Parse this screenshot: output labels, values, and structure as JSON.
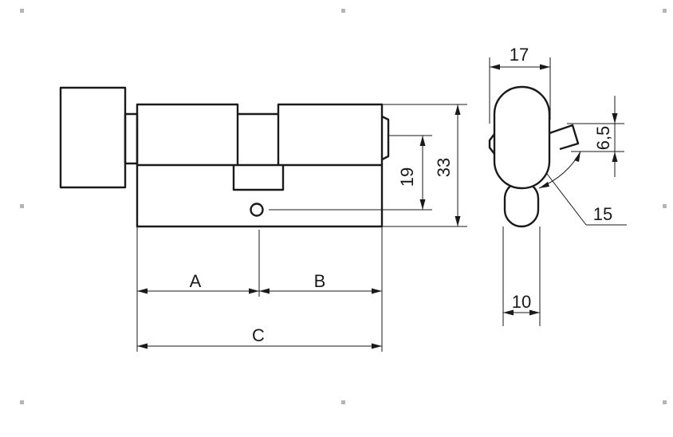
{
  "diagram": {
    "labels": {
      "a": "A",
      "b": "B",
      "c": "C",
      "d19": "19",
      "d33": "33",
      "d17": "17",
      "d65": "6,5",
      "d15": "15",
      "d10": "10"
    },
    "colors": {
      "line": "#1a1a1a",
      "background": "#ffffff",
      "registration_marks": "#b5b5b5"
    }
  }
}
